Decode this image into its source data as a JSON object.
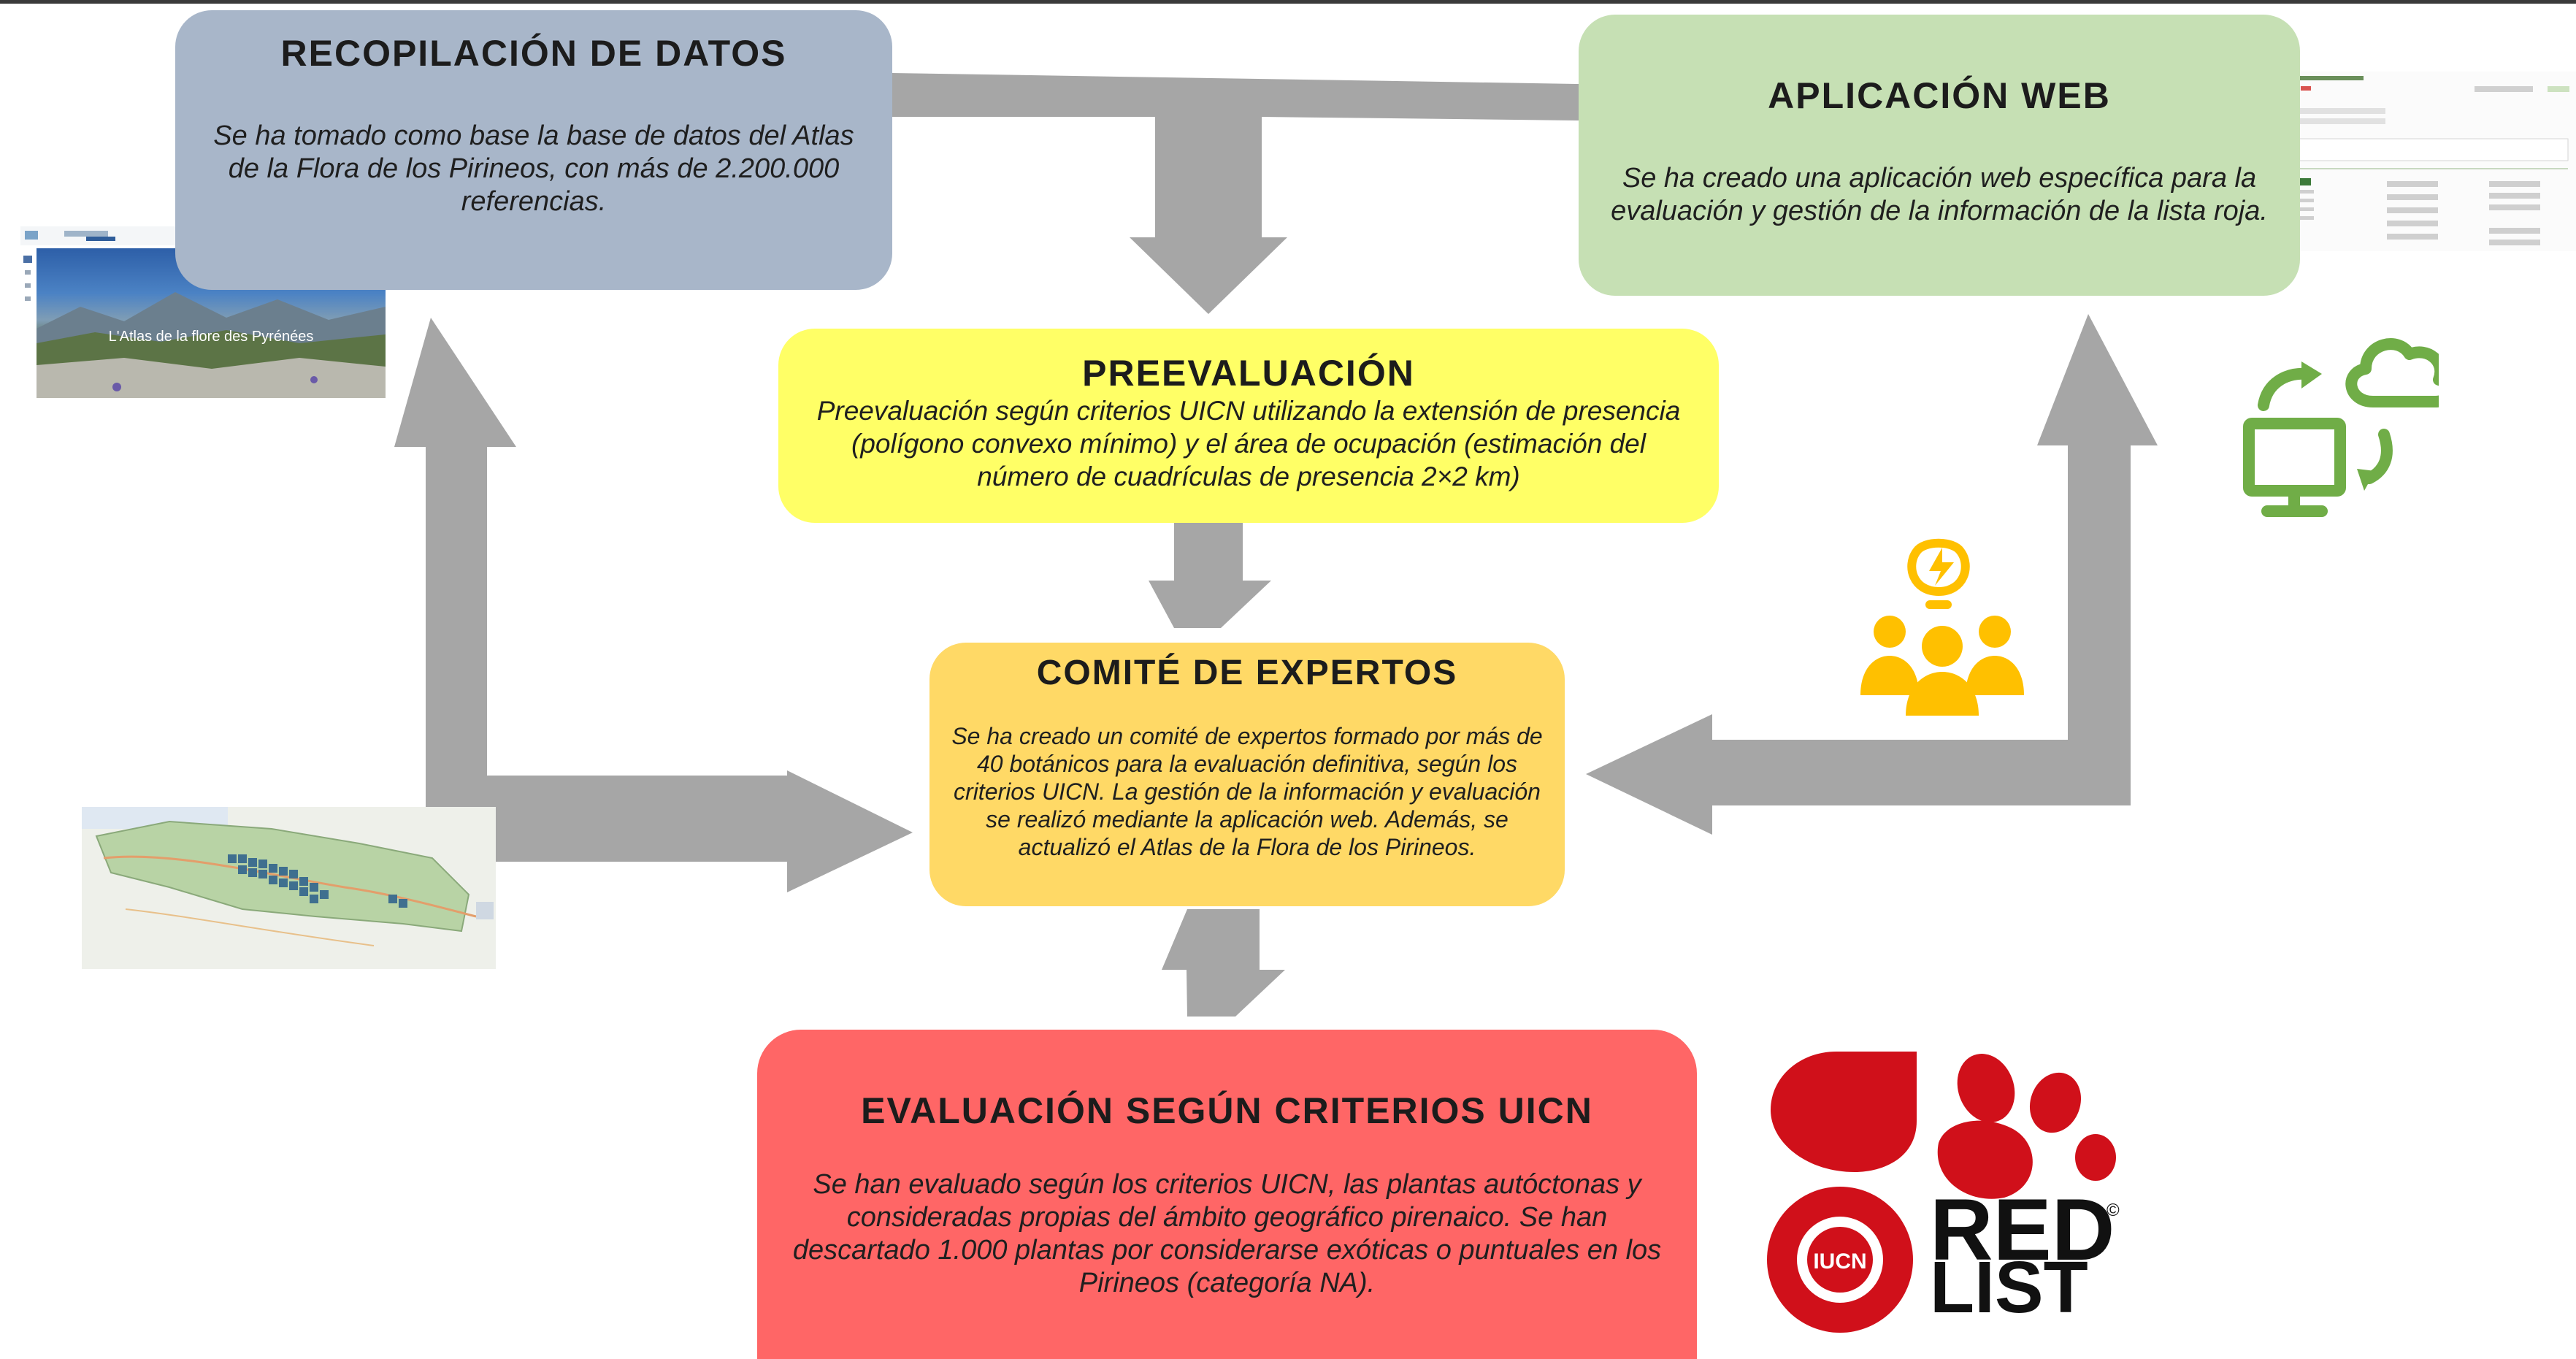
{
  "boxes": {
    "datos": {
      "title": "RECOPILACIÓN DE DATOS",
      "text": "Se ha tomado como base la base de datos del Atlas de la Flora de los Pirineos, con más de 2.200.000 referencias."
    },
    "web": {
      "title": "APLICACIÓN WEB",
      "text": "Se ha creado una aplicación web específica para la evaluación y gestión de la información de la lista roja."
    },
    "pre": {
      "title": "PREEVALUACIÓN",
      "text": "Preevaluación según criterios UICN utilizando la extensión de presencia (polígono convexo mínimo) y el área de ocupación (estimación del número de cuadrículas de presencia 2×2 km)"
    },
    "com": {
      "title": "COMITÉ DE EXPERTOS",
      "text": "Se ha creado un comité de expertos formado por más de 40 botánicos para la evaluación definitiva, según los criterios UICN. La gestión de la información y evaluación se realizó mediante la aplicación web. Además, se actualizó el Atlas de la Flora de los Pirineos."
    },
    "eval": {
      "title": "EVALUACIÓN SEGÚN CRITERIOS UICN",
      "text": "Se han evaluado según los criterios UICN, las plantas autóctonas y consideradas propias del ámbito geográfico pirenaico. Se han descartado 1.000 plantas por considerarse exóticas o puntuales en los Pirineos (categoría NA)."
    }
  },
  "atlas_screenshot": {
    "title": "L'Atlas de la flore des Pyrénées"
  },
  "logo": {
    "iucn": "IUCN",
    "red": "RED",
    "list": "LIST",
    "copyright": "©"
  },
  "colors": {
    "datos": "#a8b6c9",
    "web": "#c6e0b4",
    "pre": "#ffff66",
    "com": "#ffd966",
    "eval": "#ff6666",
    "arrow": "#a6a6a6",
    "icon_green": "#70ad47",
    "icon_yellow": "#ffc000",
    "redlist": "#d0101a"
  },
  "icons": [
    "computer-cloud-sync-icon",
    "team-idea-icon",
    "iucn-red-list-logo"
  ]
}
